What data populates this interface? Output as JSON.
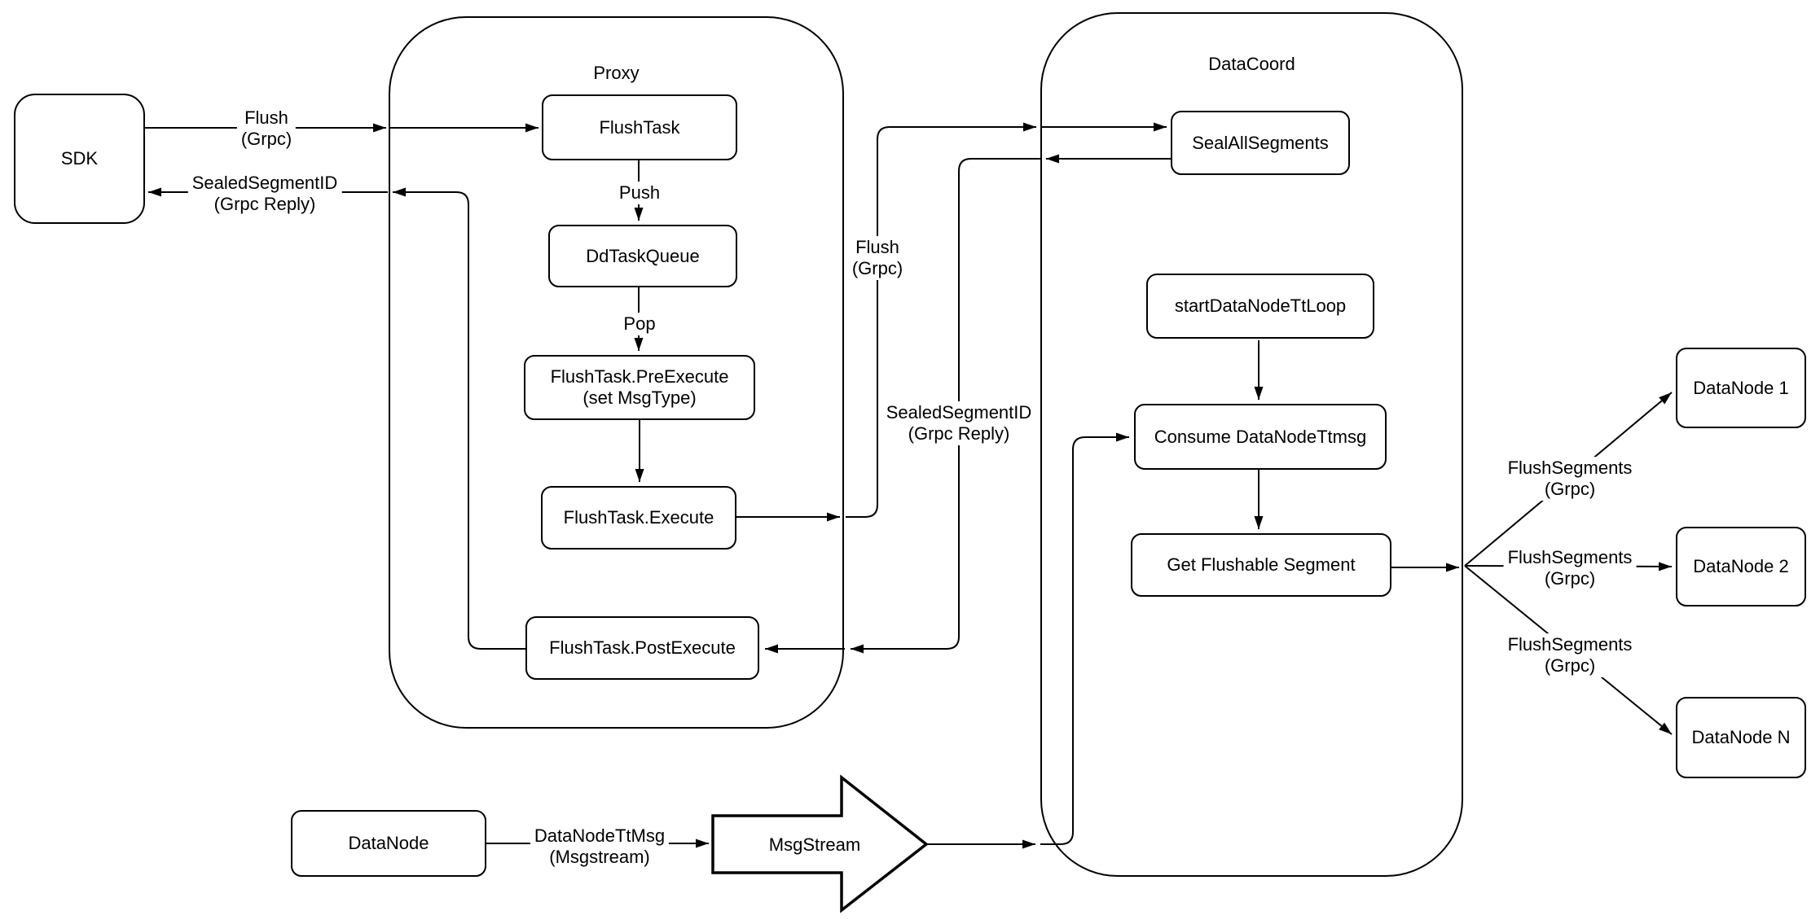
{
  "diagram": {
    "containers": {
      "proxy": "Proxy",
      "datacoord": "DataCoord"
    },
    "nodes": {
      "sdk": "SDK",
      "flush_task": "FlushTask",
      "dd_task_queue": "DdTaskQueue",
      "pre_execute_line1": "FlushTask.PreExecute",
      "pre_execute_line2": "(set MsgType)",
      "execute": "FlushTask.Execute",
      "post_execute": "FlushTask.PostExecute",
      "seal_all_segments": "SealAllSegments",
      "start_datanode_tt_loop": "startDataNodeTtLoop",
      "consume_datanode_ttmsg": "Consume DataNodeTtmsg",
      "get_flushable_segment": "Get Flushable Segment",
      "datanode_1": "DataNode 1",
      "datanode_2": "DataNode 2",
      "datanode_n": "DataNode N",
      "datanode": "DataNode",
      "msgstream": "MsgStream"
    },
    "edge_labels": {
      "flush_sdk_line1": "Flush",
      "flush_sdk_line2": "(Grpc)",
      "sealed_sdk_line1": "SealedSegmentID",
      "sealed_sdk_line2": "(Grpc Reply)",
      "push": "Push",
      "pop": "Pop",
      "flush_dc_line1": "Flush",
      "flush_dc_line2": "(Grpc)",
      "sealed_dc_line1": "SealedSegmentID",
      "sealed_dc_line2": "(Grpc Reply)",
      "flush_segments_1_line1": "FlushSegments",
      "flush_segments_1_line2": "(Grpc)",
      "flush_segments_2_line1": "FlushSegments",
      "flush_segments_2_line2": "(Grpc)",
      "flush_segments_n_line1": "FlushSegments",
      "flush_segments_n_line2": "(Grpc)",
      "datanode_ttmsg_line1": "DataNodeTtMsg",
      "datanode_ttmsg_line2": "(Msgstream)"
    },
    "colors": {
      "stroke": "#000000",
      "fill": "#ffffff",
      "text": "#000000"
    }
  }
}
